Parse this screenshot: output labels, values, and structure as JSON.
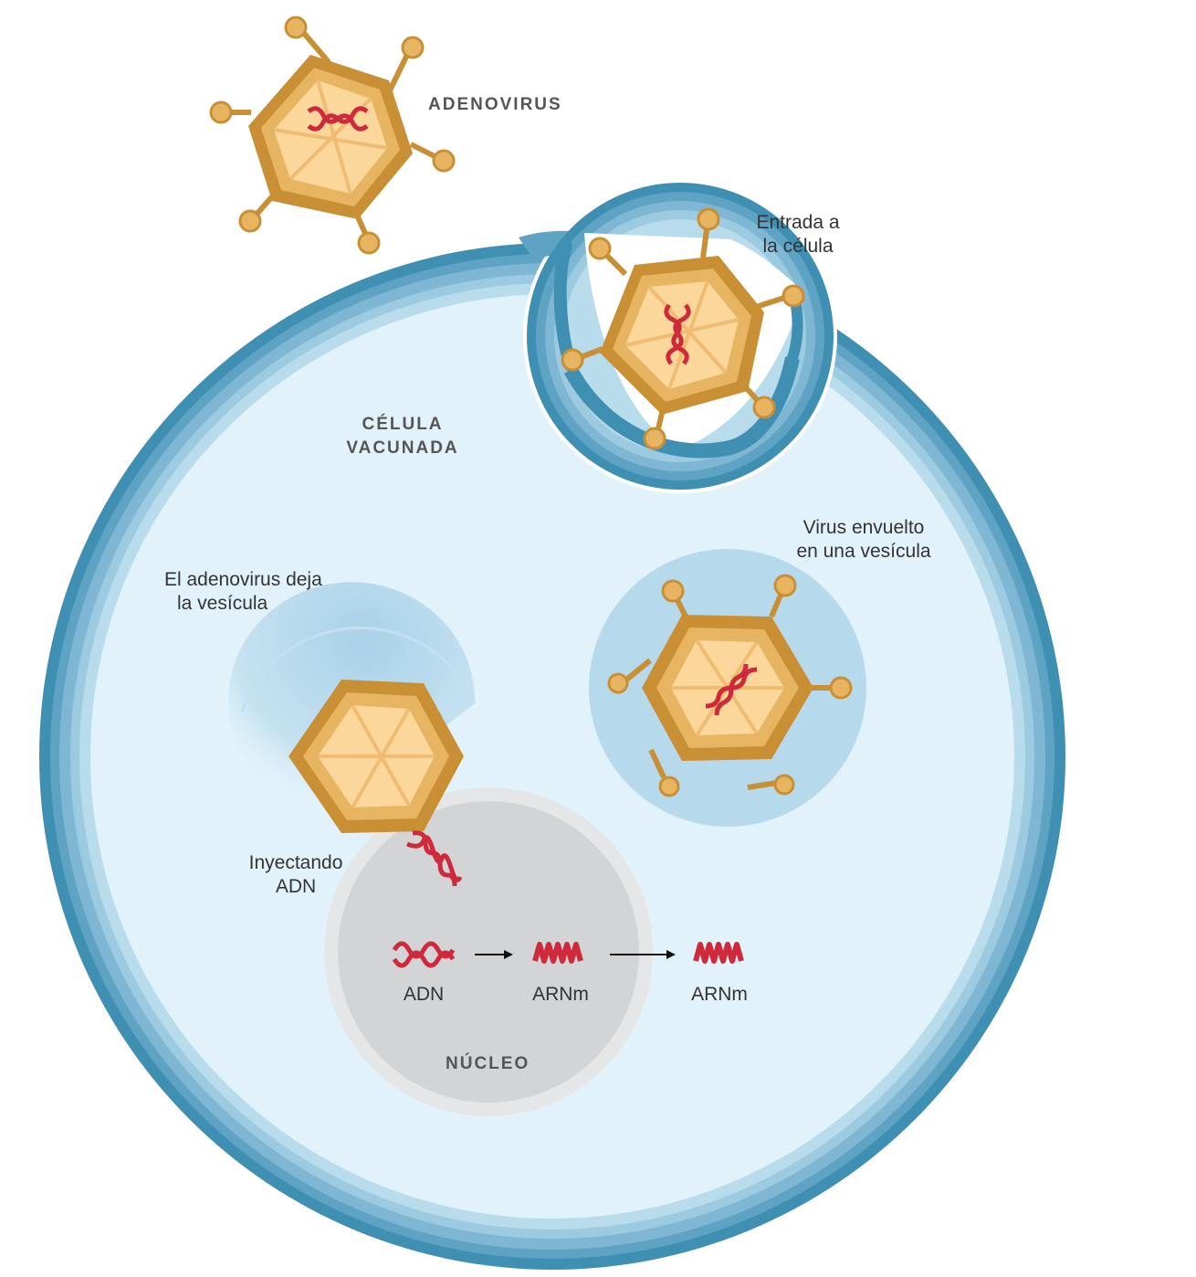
{
  "labels": {
    "adenovirus": "ADENOVIRUS",
    "entrada_line1": "Entrada a",
    "entrada_line2": "la célula",
    "celula_line1": "CÉLULA",
    "celula_line2": "VACUNADA",
    "vesicula_line1": "Virus envuelto",
    "vesicula_line2": "en una vesícula",
    "deja_line1": "El adenovirus deja",
    "deja_line2": "la vesícula",
    "inyectando_line1": "Inyectando",
    "inyectando_line2": "ADN",
    "adn": "ADN",
    "arnm_nucleus": "ARNm",
    "arnm_cytoplasm": "ARNm",
    "nucleo": "NÚCLEO"
  },
  "colors": {
    "membrane_dark": "#3f8fb2",
    "membrane_mid": "#7fb6d3",
    "membrane_light": "#b9dcec",
    "cytoplasm": "#e2f2fb",
    "vesicle": "#b7d9ec",
    "nucleus": "#d3d4d6",
    "nucleus_edge": "#e5e6e7",
    "capsid_outer": "#c98f35",
    "capsid_mid": "#e7b462",
    "capsid_inner": "#fbd79c",
    "dna": "#cf2a3c",
    "arrow": "#111111"
  }
}
